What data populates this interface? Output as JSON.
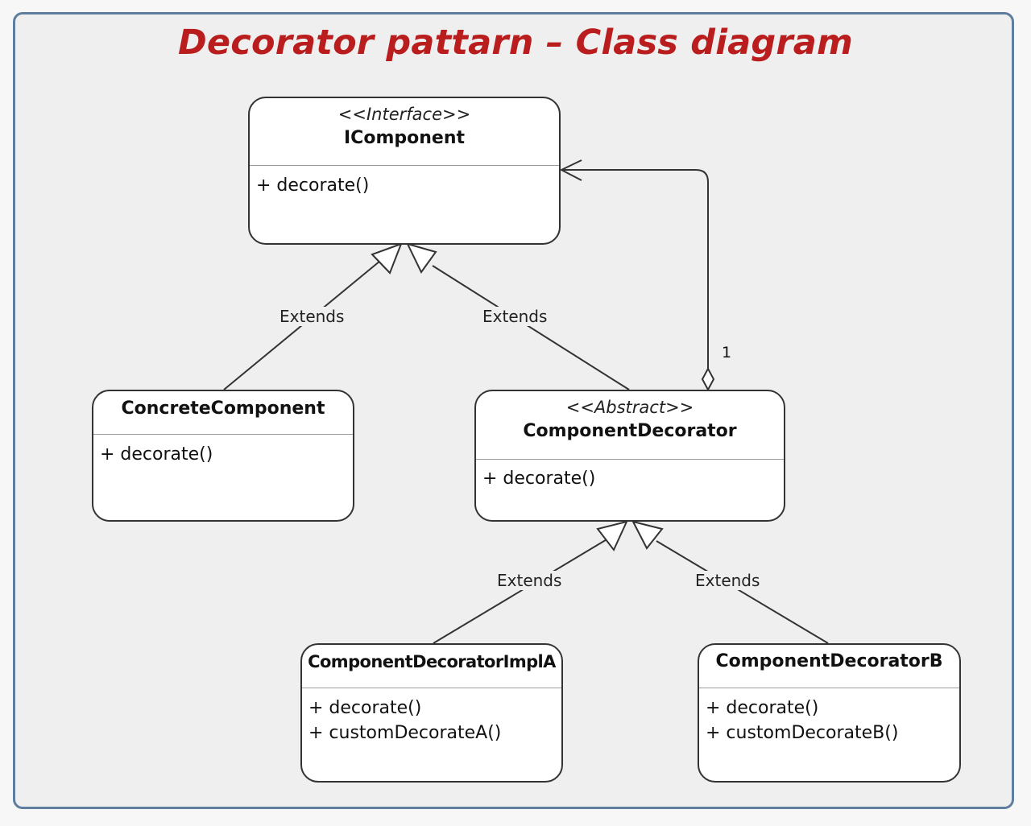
{
  "title": "Decorator pattarn – Class diagram",
  "classes": {
    "icomponent": {
      "stereotype": "<<Interface>>",
      "name": "IComponent",
      "operations": [
        "+ decorate()"
      ]
    },
    "concrete": {
      "name": "ConcreteComponent",
      "operations": [
        "+ decorate()"
      ]
    },
    "decorator": {
      "stereotype": "<<Abstract>>",
      "name": "ComponentDecorator",
      "operations": [
        "+ decorate()"
      ]
    },
    "implA": {
      "name": "ComponentDecoratorImplA",
      "operations": [
        "+ decorate()",
        "+ customDecorateA()"
      ]
    },
    "decB": {
      "name": "ComponentDecoratorB",
      "operations": [
        "+ decorate()",
        "+ customDecorateB()"
      ]
    }
  },
  "relations": {
    "extends_concrete": "Extends",
    "extends_decorator": "Extends",
    "extends_implA": "Extends",
    "extends_decB": "Extends",
    "aggregation_multiplicity": "1"
  },
  "colors": {
    "title": "#b91d1d",
    "frame_border": "#5f7d9e",
    "line": "#333333"
  }
}
